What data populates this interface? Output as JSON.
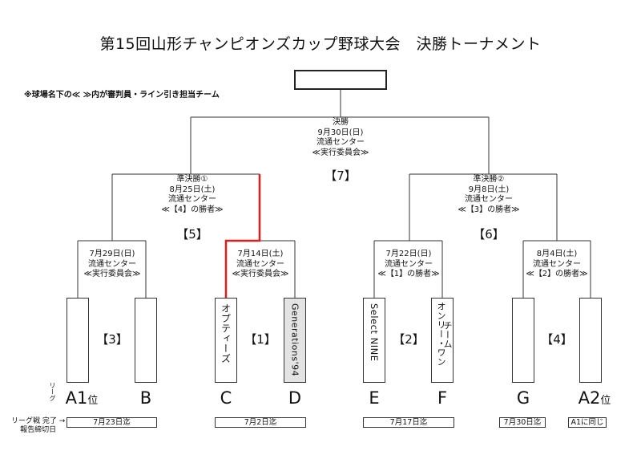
{
  "title": "第15回山形チャンピオンズカップ野球大会　決勝トーナメント",
  "note": "※球場名下の≪ ≫内が審判員・ライン引き担当チーム",
  "winner_box": "",
  "colors": {
    "line": "#333333",
    "highlight": "#e21b1b",
    "grey_team": "#e3e3e3"
  },
  "final": {
    "round": "決勝",
    "date": "9月30日(日)",
    "venue": "流通センター",
    "umpire": "≪実行委員会≫",
    "match_no": "【7】"
  },
  "semifinals": [
    {
      "round": "準決勝①",
      "date": "8月25日(土)",
      "venue": "流通センター",
      "umpire": "≪【4】の勝者≫",
      "match_no": "【5】"
    },
    {
      "round": "準決勝②",
      "date": "9月8日(土)",
      "venue": "流通センター",
      "umpire": "≪【3】の勝者≫",
      "match_no": "【6】"
    }
  ],
  "quarterfinals": [
    {
      "date": "7月29日(日)",
      "venue": "流通センター",
      "umpire": "≪実行委員会≫",
      "match_no": "【3】"
    },
    {
      "date": "7月14日(土)",
      "venue": "流通センター",
      "umpire": "≪実行委員会≫",
      "match_no": "【1】"
    },
    {
      "date": "7月22日(日)",
      "venue": "流通センター",
      "umpire": "≪【1】の勝者≫",
      "match_no": "【2】"
    },
    {
      "date": "8月4日(土)",
      "venue": "流通センター",
      "umpire": "≪【2】の勝者≫",
      "match_no": "【4】"
    }
  ],
  "teams": [
    {
      "name": "",
      "league": "A1",
      "suffix": "位"
    },
    {
      "name": "",
      "league": "B",
      "suffix": ""
    },
    {
      "name": "オプティーズ",
      "league": "C",
      "suffix": "",
      "advanced": true
    },
    {
      "name": "Generations'94",
      "league": "D",
      "suffix": "",
      "eliminated": true
    },
    {
      "name": "Select NINE",
      "league": "E",
      "suffix": ""
    },
    {
      "name_col1": "チーム",
      "name_col2": "オンリー・ワン",
      "league": "F",
      "suffix": ""
    },
    {
      "name": "",
      "league": "G",
      "suffix": ""
    },
    {
      "name": "",
      "league": "A2",
      "suffix": "位"
    }
  ],
  "league_label": "リーグ",
  "deadline_label_line1": "リーグ戦 完了 →",
  "deadline_label_line2": "報告締切日",
  "deadlines": [
    {
      "leagues": "A1,B",
      "text": "7月23日迄"
    },
    {
      "leagues": "C,D",
      "text": "7月2日迄"
    },
    {
      "leagues": "E,F",
      "text": "7月17日迄"
    },
    {
      "leagues": "G",
      "text": "7月30日迄"
    },
    {
      "leagues": "A2",
      "text": "A1に同じ"
    }
  ]
}
